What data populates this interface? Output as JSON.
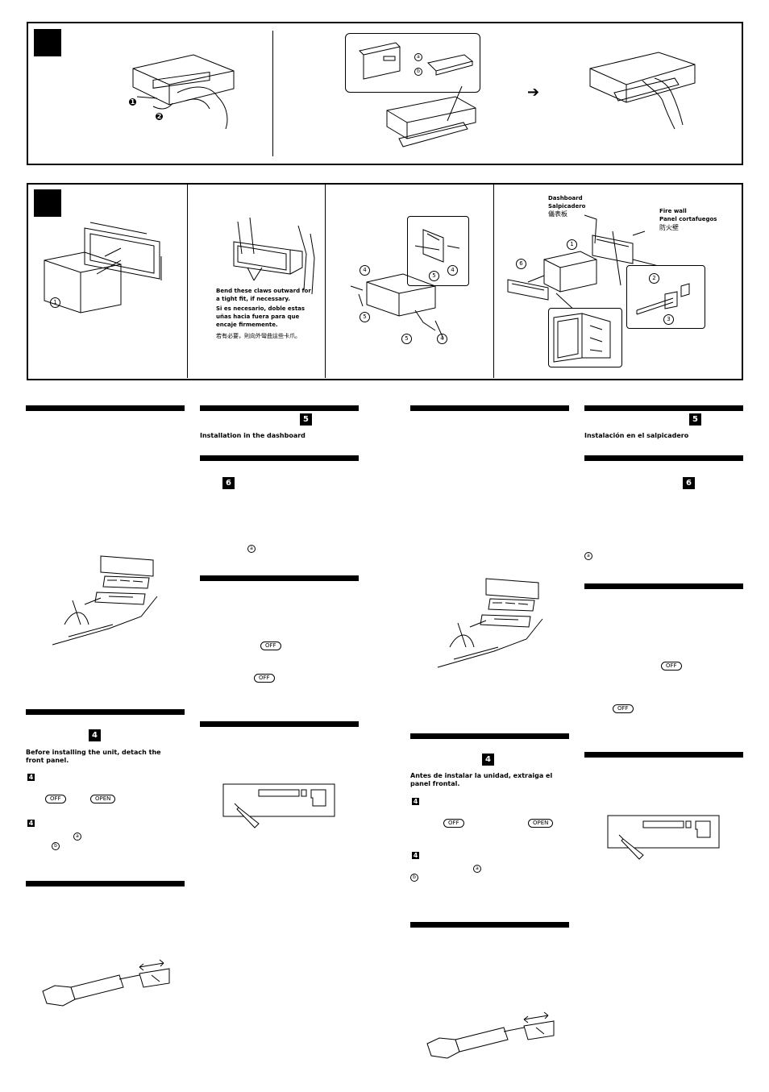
{
  "panel1": {
    "step_markers": [
      "1",
      "2"
    ],
    "callouts": [
      "a",
      "b"
    ],
    "arrow": "arrow-right-icon"
  },
  "panel2": {
    "part_numbers": [
      "1",
      "4",
      "5",
      "5",
      "4",
      "5",
      "4",
      "6",
      "1",
      "2",
      "3"
    ],
    "claws_note": {
      "en": "Bend these claws outward for a tight fit, if necessary.",
      "es": "Si es necesario, doble estas uñas hacia fuera para que encaje firmemente.",
      "zh": "若有必要，則向外彎曲這些卡爪。"
    },
    "dashboard_label": {
      "en": "Dashboard",
      "es": "Salpicadero",
      "zh": "儀表板"
    },
    "firewall_label": {
      "en": "Fire wall",
      "es": "Panel cortafuegos",
      "zh": "防火壁"
    }
  },
  "col1": {
    "sec_num": "4",
    "before_installing": "Before installing the unit, detach the front panel.",
    "step_a": "4",
    "off_btn_1": "OFF",
    "open_btn": "OPEN",
    "step_b": "4",
    "callout_a": "a",
    "callout_b": "b"
  },
  "col2": {
    "sec5_num": "5",
    "installation_heading": "Installation in the dashboard",
    "sec6_num": "6",
    "callout_a": "a",
    "off_btn_1": "OFF",
    "off_btn_2": "OFF"
  },
  "col3": {
    "sec_num": "4",
    "before_installing": "Antes de instalar la unidad, extraiga el panel frontal.",
    "step_a": "4",
    "off_btn_1": "OFF",
    "open_btn": "OPEN",
    "step_b": "4",
    "callout_a": "a",
    "callout_b": "b"
  },
  "col4": {
    "sec5_num": "5",
    "installation_heading": "Instalación en el salpicadero",
    "sec6_num": "6",
    "callout_a": "a",
    "off_btn_1": "OFF",
    "off_btn_2": "OFF"
  }
}
